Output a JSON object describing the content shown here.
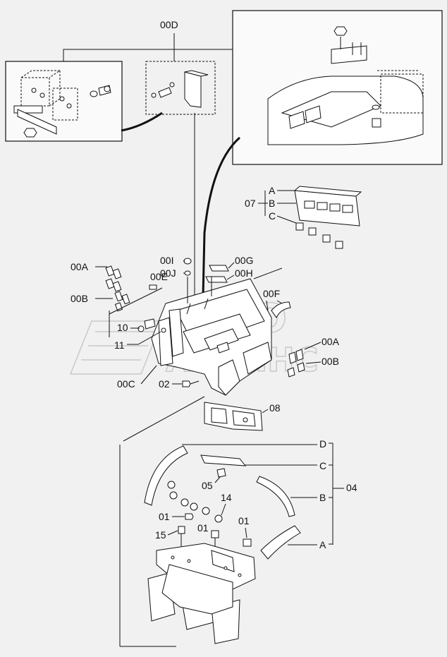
{
  "diagram": {
    "labels": {
      "l00D": "00D",
      "l07": "07",
      "l07A": "A",
      "l07B": "B",
      "l07C": "C",
      "l00A_left": "00A",
      "l00B_left": "00B",
      "l00E": "00E",
      "l00I": "00I",
      "l00J": "00J",
      "l00G": "00G",
      "l00H": "00H",
      "l00F": "00F",
      "l10": "10",
      "l11": "11",
      "l00C": "00C",
      "l02": "02",
      "l00A_right": "00A",
      "l00B_right": "00B",
      "l08": "08",
      "l04": "04",
      "l04D": "D",
      "l04C": "C",
      "l04B": "B",
      "l04A": "A",
      "l05": "05",
      "l14": "14",
      "l01a": "01",
      "l01b": "01",
      "l01c": "01",
      "l15": "15"
    },
    "watermark": {
      "line1": "АВТО",
      "line2": "АЛЬЯНС"
    }
  }
}
